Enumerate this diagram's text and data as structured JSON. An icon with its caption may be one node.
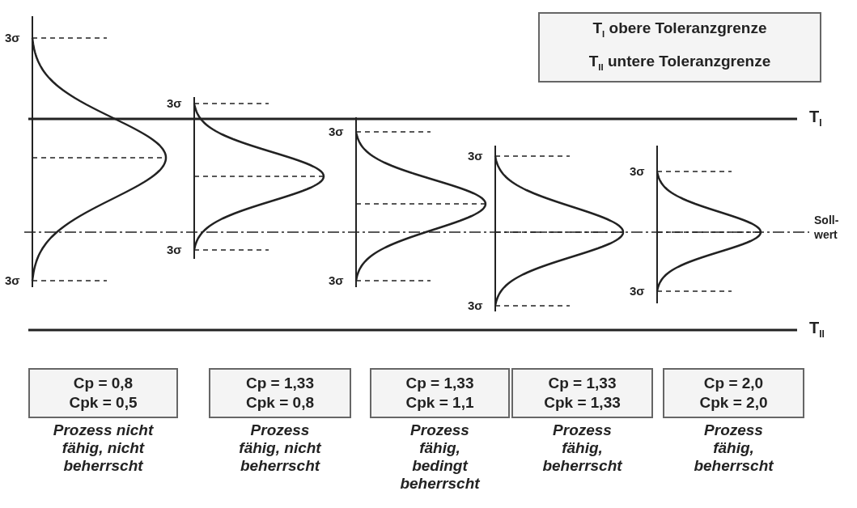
{
  "diagram": {
    "nodes": [
      {
        "text": [
          "T$_{I}$ obere Toleranzgrenze",
          "T$_{II}$ untere Toleranzgrenze"
        ]
      },
      {
        "text": [
          "Cp = 0,8",
          "Cpk = 0,5"
        ],
        "beside": [
          "Prozess nicht fähig, nicht beherrscht"
        ]
      },
      {
        "text": [
          "Cp = 1,33",
          "Cpk = 0,8"
        ],
        "beside": [
          "Prozess fähig, nicht beherrscht"
        ]
      },
      {
        "text": [
          "Cp = 1,33",
          "Cpk = 1,1"
        ],
        "beside": [
          "Prozess fähig, bedingt beherrscht"
        ]
      },
      {
        "text": [
          "Cp = 1,33",
          "Cpk = 1,33"
        ],
        "beside": [
          "Prozess fähig, beherrscht"
        ]
      },
      {
        "text": [
          "Cp = 2,0",
          "Cpk = 2,0"
        ],
        "beside": [
          "Prozess fähig, beherrscht"
        ]
      }
    ],
    "labels": [
      "3σ",
      "3σ",
      "3σ",
      "3σ",
      "3σ",
      "3σ",
      "3σ",
      "3σ",
      "3σ",
      "3σ",
      "T$_{I}$",
      "Soll- wert",
      "T$_{II}$"
    ]
  }
}
